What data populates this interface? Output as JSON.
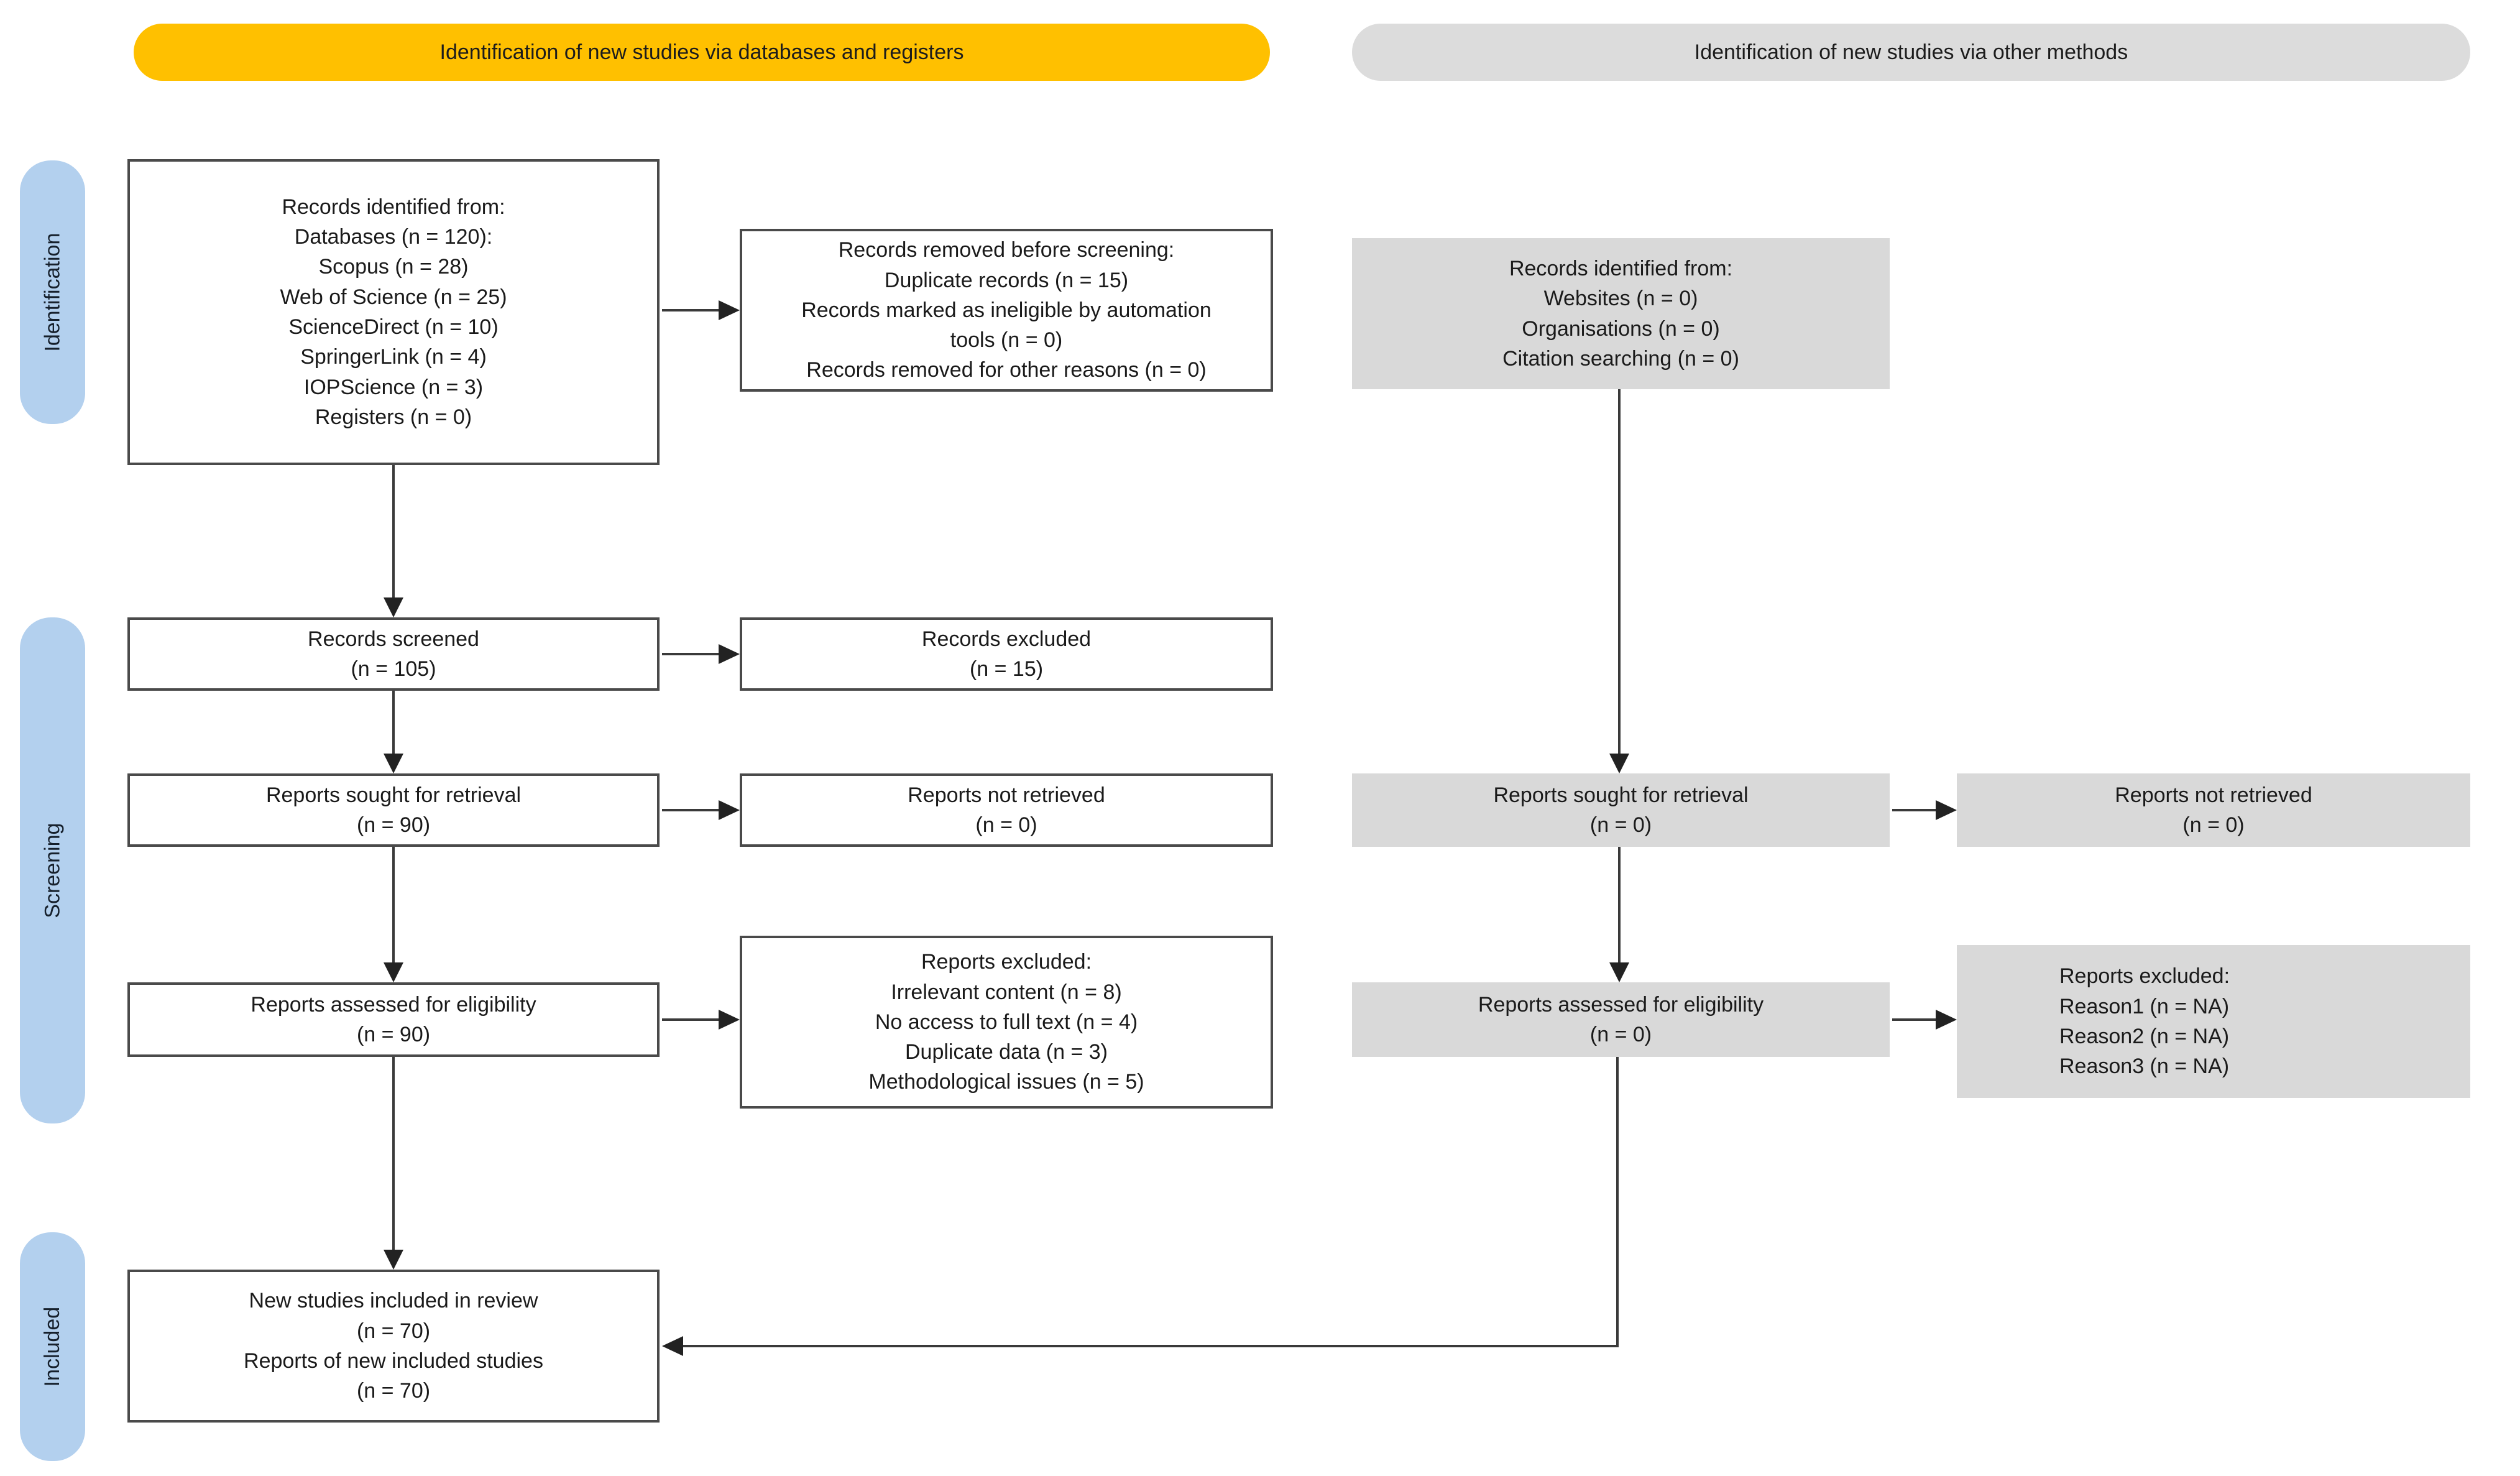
{
  "headers": {
    "databases_registers": "Identification of new studies via databases and registers",
    "other_methods": "Identification of new studies via other methods"
  },
  "sidebar": {
    "identification": "Identification",
    "screening": "Screening",
    "included": "Included"
  },
  "colors": {
    "banner_yellow": "#FFC000",
    "banner_gray": "#DCDCDC",
    "box_gray": "#D9D9D9",
    "sidebar_blue": "#B3D0EE"
  },
  "boxes": {
    "records_identified": {
      "lines": [
        "Records identified from:",
        "Databases (n = 120):",
        "Scopus (n = 28)",
        "Web of Science (n = 25)",
        "ScienceDirect (n = 10)",
        "SpringerLink (n = 4)",
        "IOPScience (n = 3)",
        "Registers (n = 0)"
      ]
    },
    "records_removed": {
      "lines": [
        "Records removed before screening:",
        "Duplicate records (n = 15)",
        "Records marked as ineligible by automation",
        "tools (n = 0)",
        "Records removed for other reasons (n = 0)"
      ]
    },
    "records_identified_other": {
      "lines": [
        "Records identified from:",
        "Websites (n = 0)",
        "Organisations (n = 0)",
        "Citation searching (n = 0)"
      ]
    },
    "records_screened": {
      "lines": [
        "Records screened",
        "(n = 105)"
      ]
    },
    "records_excluded": {
      "lines": [
        "Records excluded",
        "(n = 15)"
      ]
    },
    "reports_sought": {
      "lines": [
        "Reports sought for retrieval",
        "(n = 90)"
      ]
    },
    "reports_not_retrieved": {
      "lines": [
        "Reports not retrieved",
        "(n = 0)"
      ]
    },
    "reports_assessed": {
      "lines": [
        "Reports assessed for eligibility",
        "(n = 90)"
      ]
    },
    "reports_excluded_reasons": {
      "lines": [
        "Reports excluded:",
        "Irrelevant content (n = 8)",
        "No access to full text (n = 4)",
        "Duplicate data (n = 3)",
        "Methodological issues (n = 5)"
      ]
    },
    "reports_sought_other": {
      "lines": [
        "Reports sought for retrieval",
        "(n = 0)"
      ]
    },
    "reports_not_retrieved_other": {
      "lines": [
        "Reports not retrieved",
        "(n = 0)"
      ]
    },
    "reports_assessed_other": {
      "lines": [
        "Reports assessed for eligibility",
        "(n = 0)"
      ]
    },
    "reports_excluded_other": {
      "lines": [
        "Reports excluded:",
        "Reason1 (n = NA)",
        "Reason2 (n = NA)",
        "Reason3 (n = NA)"
      ]
    },
    "new_studies_included": {
      "lines": [
        "New studies included in review",
        "(n = 70)",
        "Reports of new included studies",
        "(n = 70)"
      ]
    }
  }
}
